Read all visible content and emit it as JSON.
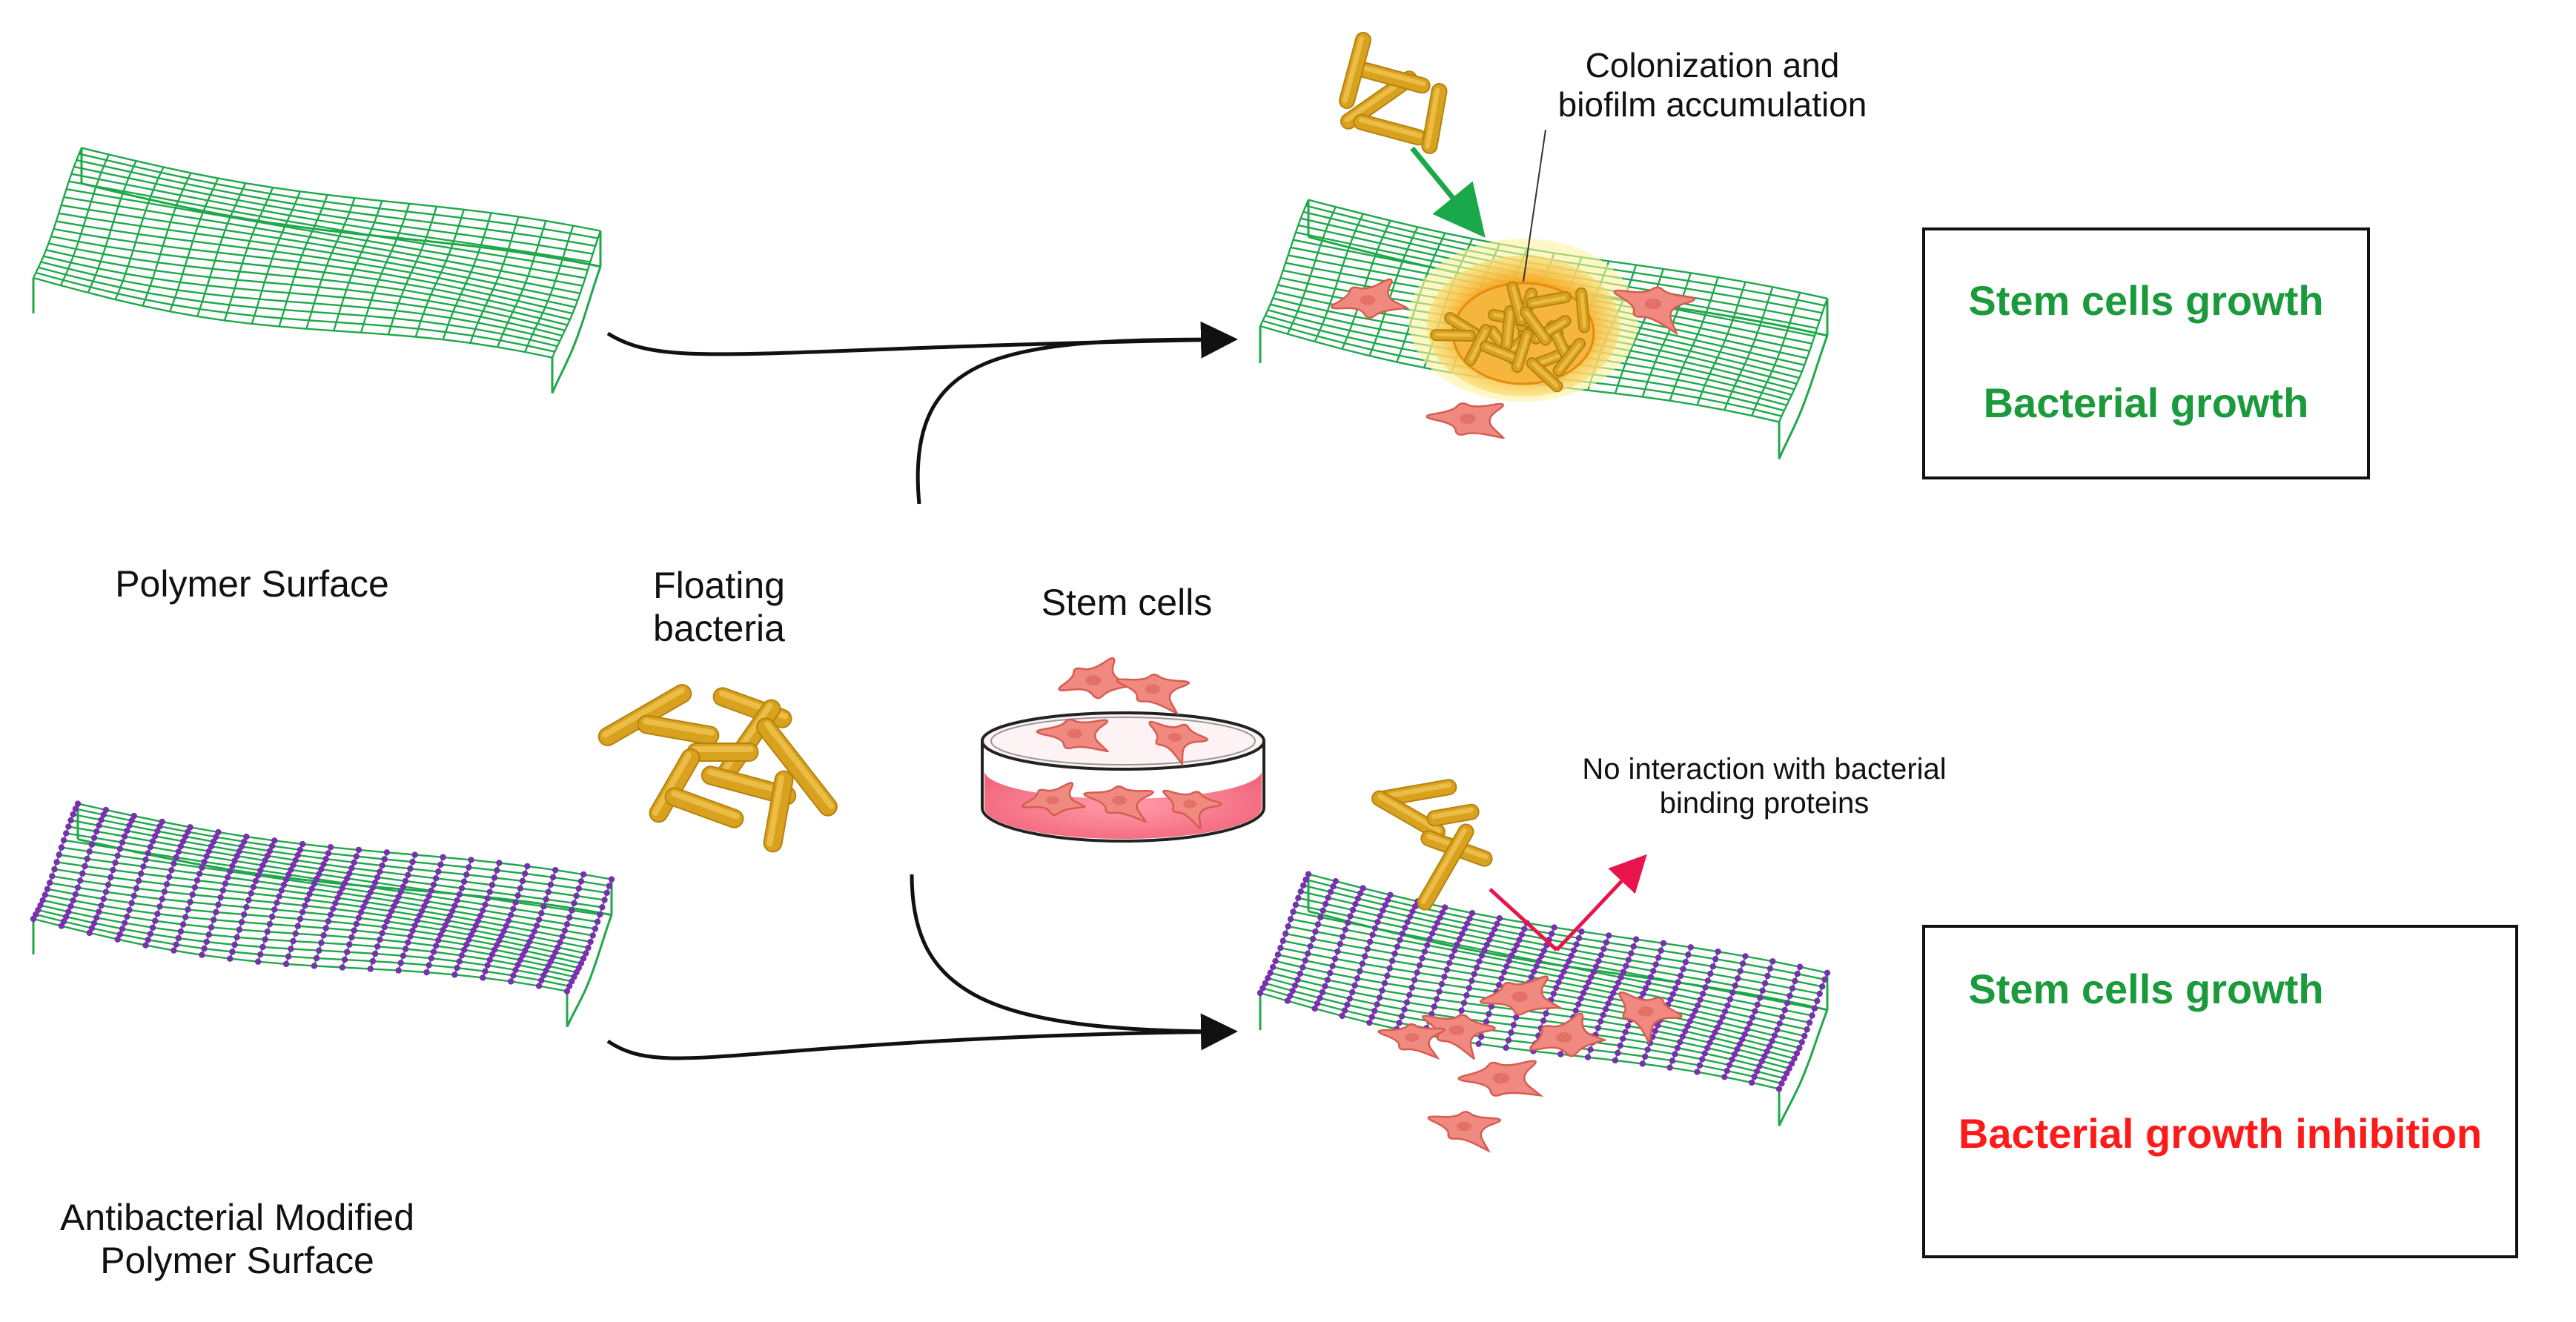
{
  "labels": {
    "polymer_surface": "Polymer Surface",
    "modified_surface_line1": "Antibacterial Modified",
    "modified_surface_line2": "Polymer Surface",
    "floating_bacteria_line1": "Floating",
    "floating_bacteria_line2": "bacteria",
    "stem_cells": "Stem cells",
    "colonization_line1": "Colonization and",
    "colonization_line2": "biofilm accumulation",
    "no_interaction_line1": "No interaction with bacterial",
    "no_interaction_line2": "binding proteins"
  },
  "results": {
    "top": {
      "stem_growth": "Stem cells growth",
      "bacterial_growth": "Bacterial growth"
    },
    "bottom": {
      "stem_growth": "Stem cells growth",
      "bacterial_inhibition": "Bacterial growth inhibition"
    }
  },
  "colors": {
    "mesh_green": "#1fa84a",
    "mesh_node_purple": "#7a2fb0",
    "bacteria_gold": "#d9a21e",
    "stem_cell": "#f08a80",
    "text_green": "#1a9a3a",
    "text_red": "#ff1a1a",
    "arrow_green": "#1aa84a",
    "arrow_red": "#e8154a",
    "biofilm_orange": "#f7a41a"
  },
  "icons": {
    "prohibition": "prohibition-icon",
    "petri_dish": "petri-dish-icon"
  }
}
